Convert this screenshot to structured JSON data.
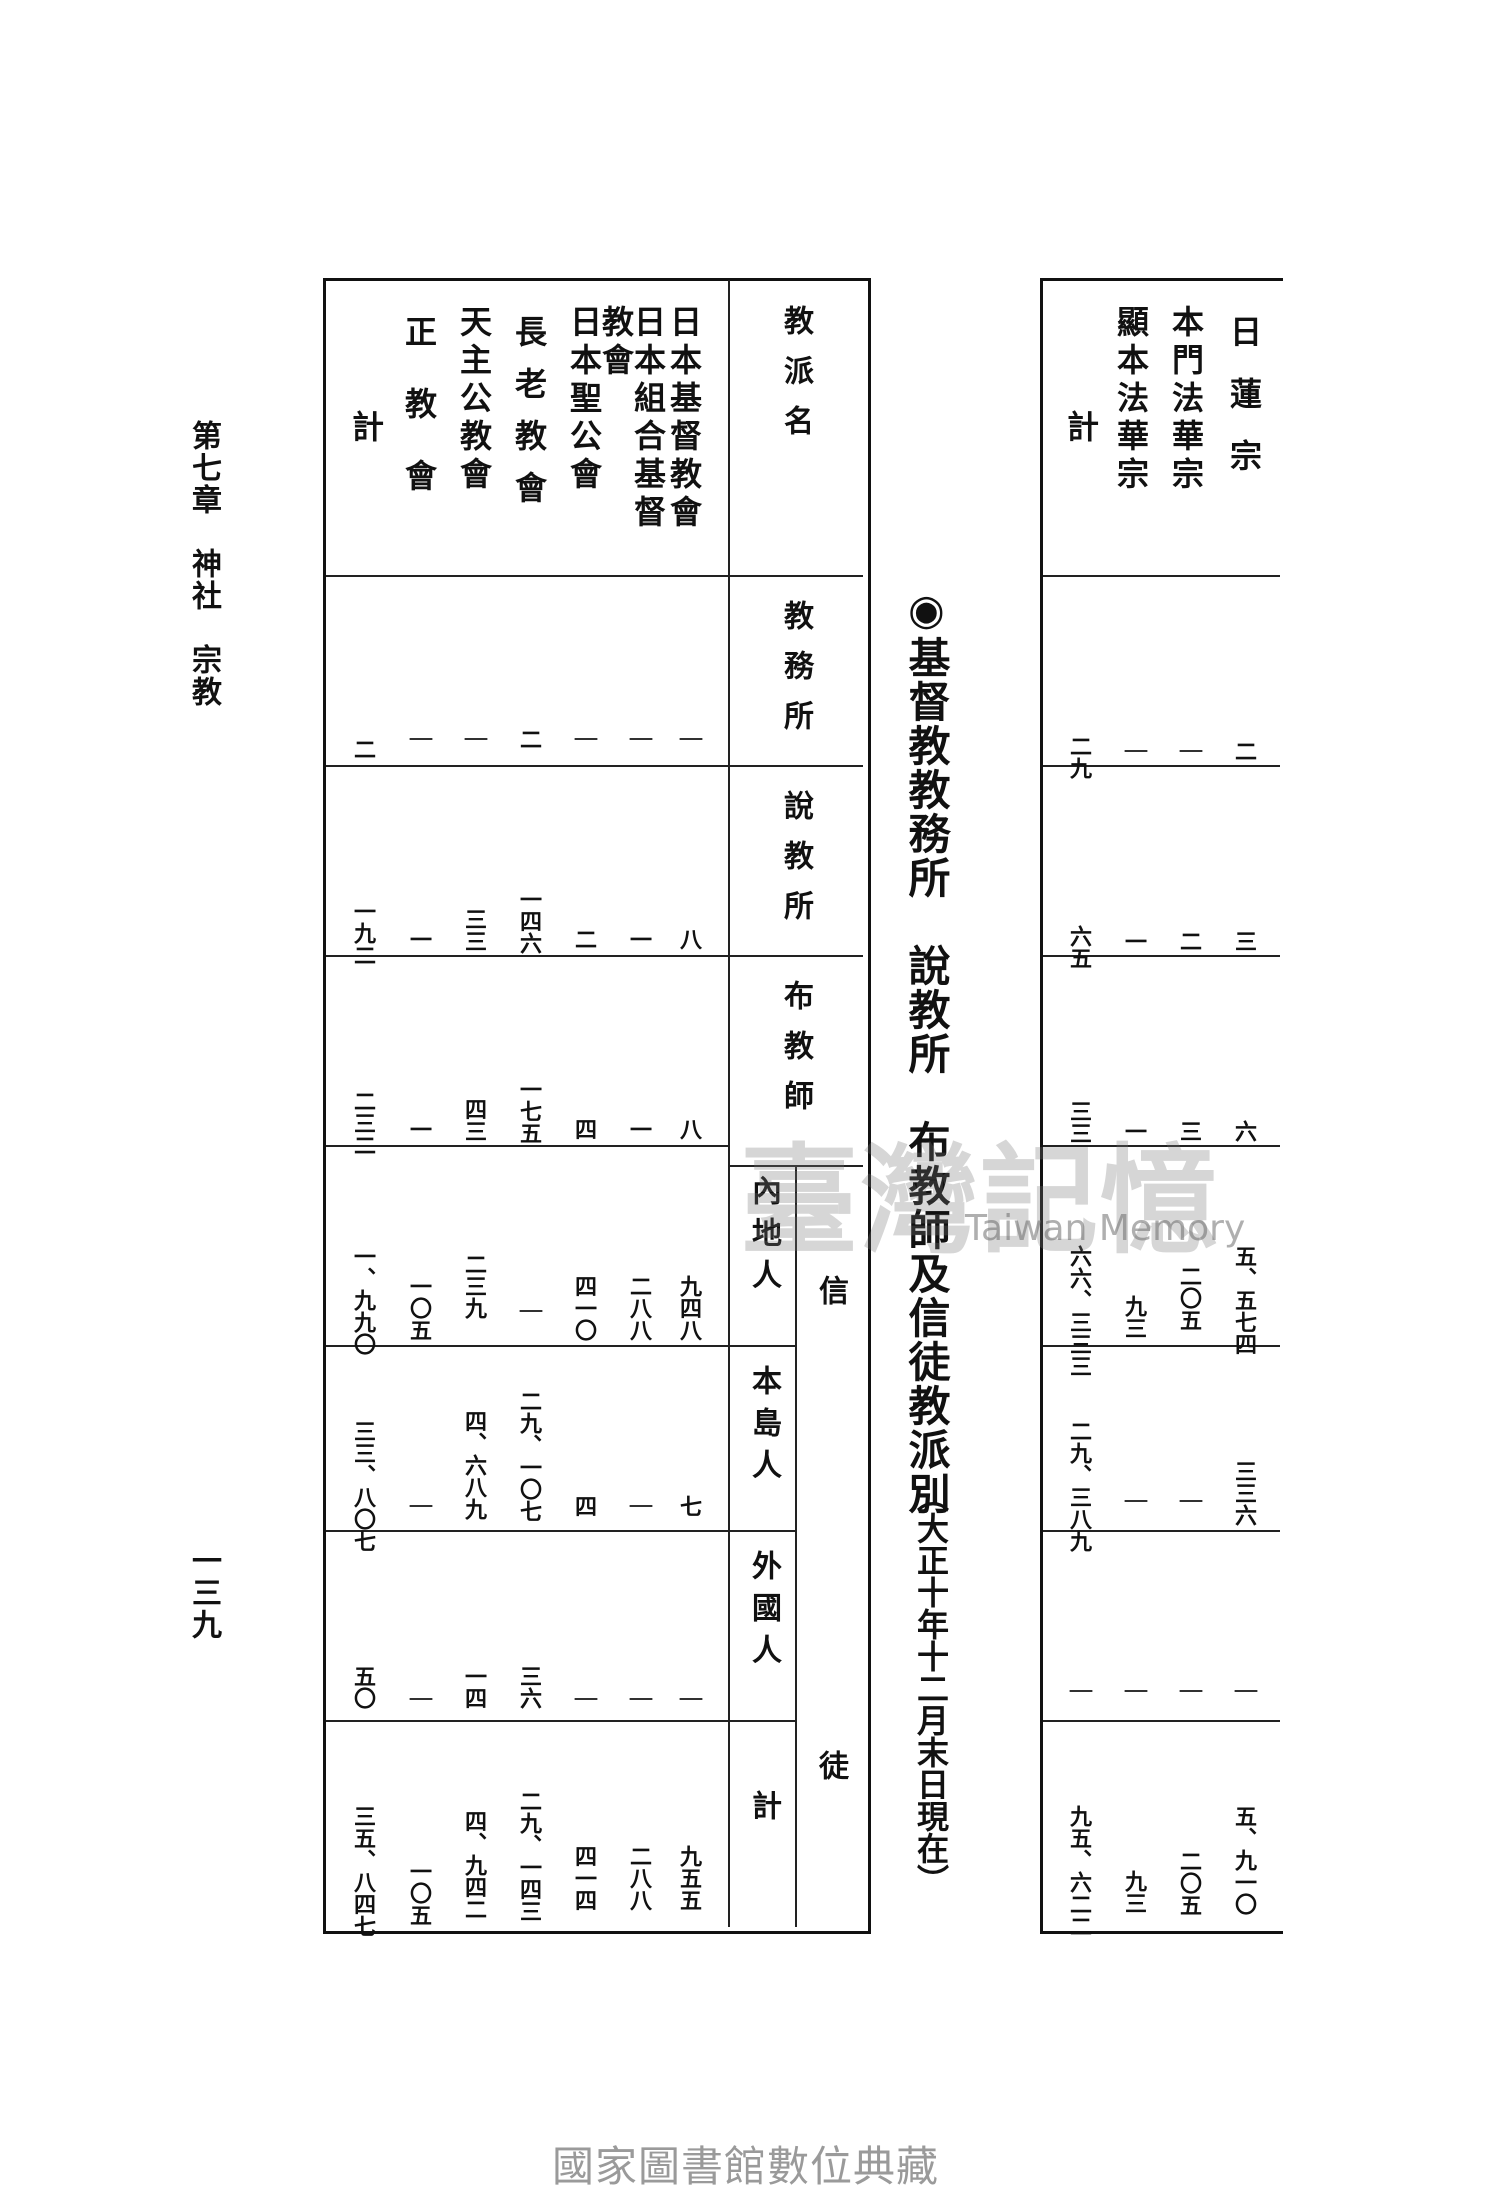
{
  "page": {
    "chapter": "第七章　神社　宗教",
    "page_number": "一三九"
  },
  "title": {
    "main": "◉基督教教務所　說教所　布教師及信徒教派別",
    "date": "（大正十年十二月末日現在）"
  },
  "main_table": {
    "headers": {
      "sect": "教派名",
      "office": "教務所",
      "preach_hall": "說教所",
      "missionary": "布教師",
      "believers": "信",
      "believers2": "徒",
      "naichi": "內地人",
      "hontou": "本島人",
      "foreign": "外國人",
      "total": "計"
    },
    "rows": [
      {
        "name": "日本基督教會",
        "office": "｜",
        "preach_hall": "八",
        "missionary": "八",
        "naichi": "九四八",
        "hontou": "七",
        "foreign": "｜",
        "total": "九五五"
      },
      {
        "name": "日本組合基督教會",
        "office": "｜",
        "preach_hall": "一",
        "missionary": "一",
        "naichi": "二八八",
        "hontou": "｜",
        "foreign": "｜",
        "total": "二八八"
      },
      {
        "name": "日本聖公會",
        "office": "｜",
        "preach_hall": "二",
        "missionary": "四",
        "naichi": "四一〇",
        "hontou": "四",
        "foreign": "｜",
        "total": "四一四"
      },
      {
        "name": "長老教會",
        "office": "二",
        "preach_hall": "一四六",
        "missionary": "一七五",
        "naichi": "｜",
        "hontou": "二九、一〇七",
        "foreign": "三六",
        "total": "二九、一四三"
      },
      {
        "name": "天主公教會",
        "office": "｜",
        "preach_hall": "三三",
        "missionary": "四三",
        "naichi": "二三九",
        "hontou": "四、六八九",
        "foreign": "一四",
        "total": "四、九四二"
      },
      {
        "name": "正教會",
        "office": "｜",
        "preach_hall": "一",
        "missionary": "一",
        "naichi": "一〇五",
        "hontou": "｜",
        "foreign": "｜",
        "total": "一〇五"
      },
      {
        "name": "計",
        "office": "二",
        "preach_hall": "一九二",
        "missionary": "二三二",
        "naichi": "一、九九〇",
        "hontou": "三三、八〇七",
        "foreign": "五〇",
        "total": "三五、八四七"
      }
    ]
  },
  "partial_table": {
    "rows": [
      {
        "name": "日蓮宗",
        "office": "二",
        "preach_hall": "三",
        "missionary": "六",
        "naichi": "五、五七四",
        "hontou": "三三六",
        "foreign": "｜",
        "total": "五、九一〇"
      },
      {
        "name": "本門法華宗",
        "office": "｜",
        "preach_hall": "二",
        "missionary": "三",
        "naichi": "二〇五",
        "hontou": "｜",
        "foreign": "｜",
        "total": "二〇五"
      },
      {
        "name": "顯本法華宗",
        "office": "｜",
        "preach_hall": "一",
        "missionary": "一",
        "naichi": "九三",
        "hontou": "｜",
        "foreign": "｜",
        "total": "九三"
      },
      {
        "name": "計",
        "office": "二九",
        "preach_hall": "六五",
        "missionary": "三三",
        "naichi": "六六、三三三",
        "hontou": "二九、三八九",
        "foreign": "｜",
        "total": "九五、六二二"
      }
    ]
  },
  "watermark": {
    "text": "臺灣記憶",
    "english": "Taiwan Memory"
  },
  "footer": "國家圖書館數位典藏"
}
